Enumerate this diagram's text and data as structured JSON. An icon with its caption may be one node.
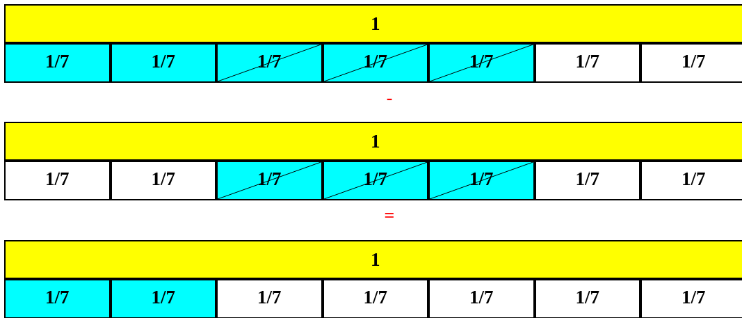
{
  "diagram": {
    "nodes": [
      {
        "text": [
          "1"
        ]
      },
      {
        "text": [
          "1/7"
        ]
      },
      {
        "text": [
          "1/7"
        ]
      },
      {
        "text": [
          "1/7"
        ]
      },
      {
        "text": [
          "1/7"
        ]
      },
      {
        "text": [
          "1/7"
        ]
      },
      {
        "text": [
          "1/7"
        ]
      },
      {
        "text": [
          "1/7"
        ]
      },
      {
        "text": [
          "1"
        ]
      },
      {
        "text": [
          "1/7"
        ]
      },
      {
        "text": [
          "1/7"
        ]
      },
      {
        "text": [
          "1/7"
        ]
      },
      {
        "text": [
          "1/7"
        ]
      },
      {
        "text": [
          "1/7"
        ]
      },
      {
        "text": [
          "1/7"
        ]
      },
      {
        "text": [
          "1/7"
        ]
      },
      {
        "text": [
          "1"
        ]
      },
      {
        "text": [
          "1/7"
        ]
      },
      {
        "text": [
          "1/7"
        ]
      },
      {
        "text": [
          "1/7"
        ]
      },
      {
        "text": [
          "1/7"
        ]
      },
      {
        "text": [
          "1/7"
        ]
      },
      {
        "text": [
          "1/7"
        ]
      },
      {
        "text": [
          "1/7"
        ]
      }
    ],
    "labels": [
      "-",
      "="
    ]
  }
}
